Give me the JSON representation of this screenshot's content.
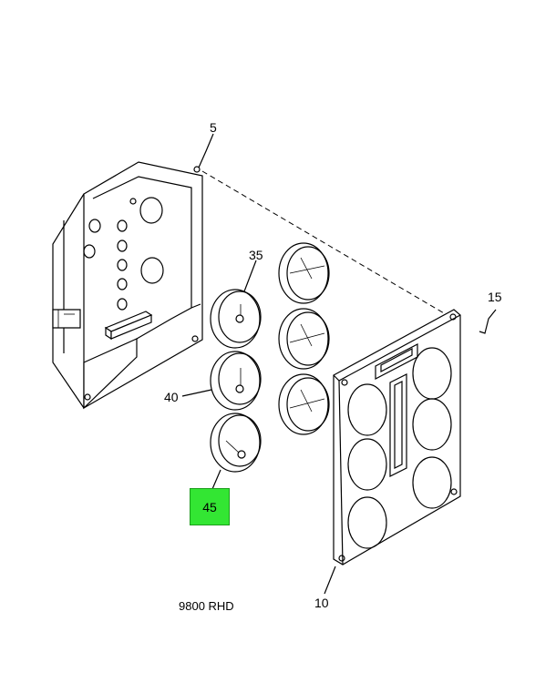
{
  "diagram": {
    "caption": "9800 RHD",
    "callouts": {
      "c5": "5",
      "c15": "15",
      "c35": "35",
      "c40": "40",
      "c45": "45",
      "c10": "10"
    },
    "highlighted_callout": "45",
    "highlight_color": "#33e633"
  }
}
